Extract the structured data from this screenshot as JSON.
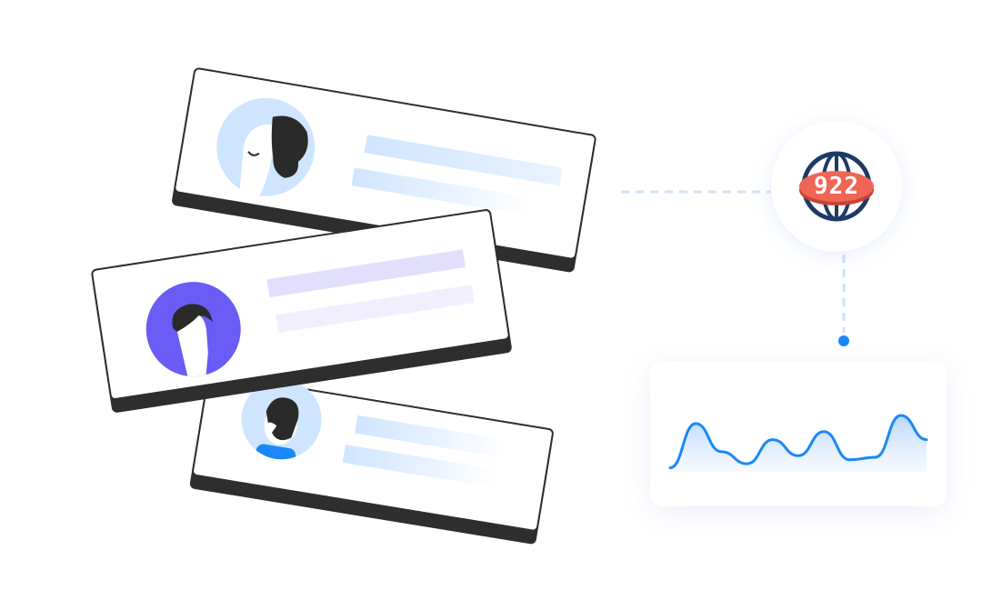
{
  "logo": {
    "text": "922",
    "globe_color": "#1e3a66",
    "badge_color": "#f06553"
  },
  "colors": {
    "accent_blue": "#1a88f7",
    "card_border": "#2e2e2e",
    "purple": "#6a5cf5",
    "light_blue": "#cfe5ff"
  },
  "chart_data": {
    "type": "line",
    "title": "",
    "x": [
      0,
      1,
      2,
      3,
      4,
      5,
      6,
      7,
      8,
      9,
      10
    ],
    "values": [
      5,
      60,
      25,
      10,
      40,
      20,
      50,
      15,
      18,
      70,
      40
    ],
    "xlabel": "",
    "ylabel": ""
  }
}
